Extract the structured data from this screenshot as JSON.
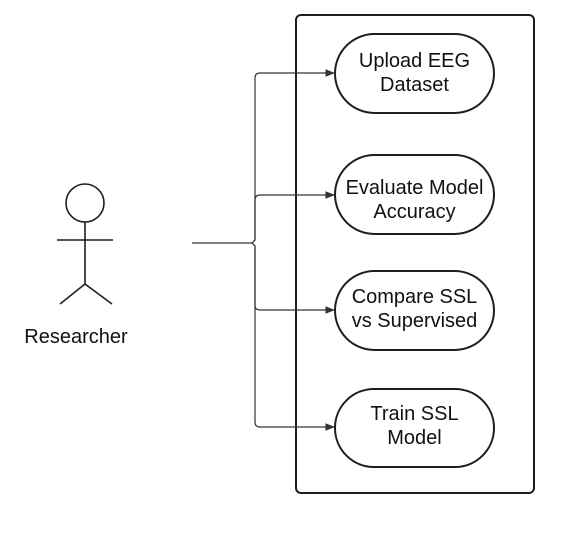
{
  "actor": {
    "label": "Researcher"
  },
  "use_cases": [
    {
      "line1": "Upload EEG",
      "line2": "Dataset"
    },
    {
      "line1": "Evaluate Model",
      "line2": "Accuracy"
    },
    {
      "line1": "Compare SSL",
      "line2": "vs Supervised"
    },
    {
      "line1": "Train SSL",
      "line2": "Model"
    }
  ]
}
